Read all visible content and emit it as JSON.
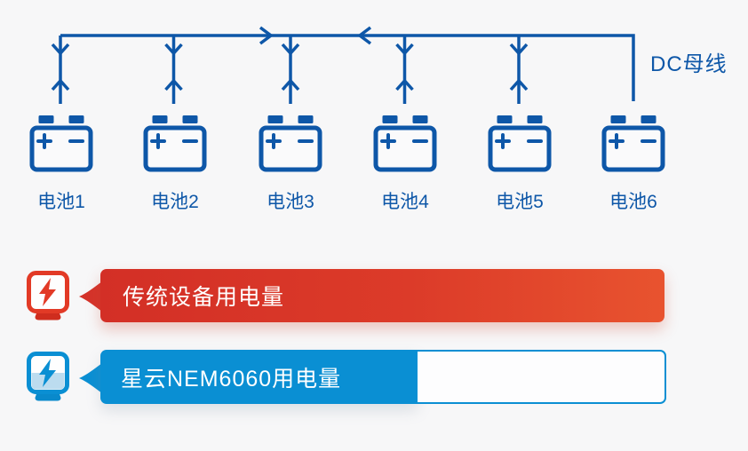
{
  "page": {
    "background": "#f7f7f8"
  },
  "colors": {
    "diagram_blue": "#0e57a8",
    "red_bar_start": "#d32f26",
    "red_bar_end": "#e8532f",
    "red_icon": "#e23a26",
    "blue_bar": "#0a8fd3",
    "blue_icon_liquid": "#bcdcef",
    "bar_text": "#ffffff"
  },
  "diagram": {
    "bus_label": "DC母线",
    "batteries": [
      {
        "label": "电池1"
      },
      {
        "label": "电池2"
      },
      {
        "label": "电池3"
      },
      {
        "label": "电池4"
      },
      {
        "label": "电池5"
      },
      {
        "label": "电池6"
      }
    ],
    "battery_signs": {
      "positive": "+",
      "negative": "−"
    },
    "flow": "bidirectional arrows between each battery and DC bus"
  },
  "legend": {
    "rows": [
      {
        "label": "传统设备用电量",
        "theme": "red",
        "fill_ratio": 1.0
      },
      {
        "label": "星云NEM6060用电量",
        "theme": "blue",
        "fill_ratio": 0.56
      }
    ]
  }
}
